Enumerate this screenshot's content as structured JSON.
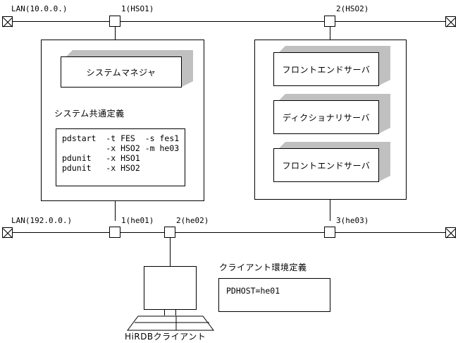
{
  "diagram": {
    "networks": [
      {
        "name": "lan-top",
        "label": "LAN(10.0.0.)",
        "nodes": [
          {
            "label": "1(HSO1)"
          },
          {
            "label": "2(HSO2)"
          }
        ]
      },
      {
        "name": "lan-bottom",
        "label": "LAN(192.0.0.)",
        "nodes": [
          {
            "label": "1(he01)"
          },
          {
            "label": "2(he02)"
          },
          {
            "label": "3(he03)"
          }
        ]
      }
    ],
    "left_panel": {
      "server_box_label": "システムマネジャ",
      "definition_caption": "システム共通定義",
      "definition_text": "pdstart  -t FES  -s fes1\n         -x HSO2 -m he03\npdunit   -x HSO1\npdunit   -x HSO2"
    },
    "right_panel": {
      "server_boxes": [
        {
          "label": "フロントエンドサーバ"
        },
        {
          "label": "ディクショナリサーバ"
        },
        {
          "label": "フロントエンドサーバ"
        }
      ]
    },
    "client": {
      "label": "HiRDBクライアント",
      "definition_caption": "クライアント環境定義",
      "definition_text": "PDHOST=he01"
    },
    "colors": {
      "line": "#000000",
      "box_shadow_face": "#c0c0c0",
      "background": "#ffffff"
    }
  }
}
